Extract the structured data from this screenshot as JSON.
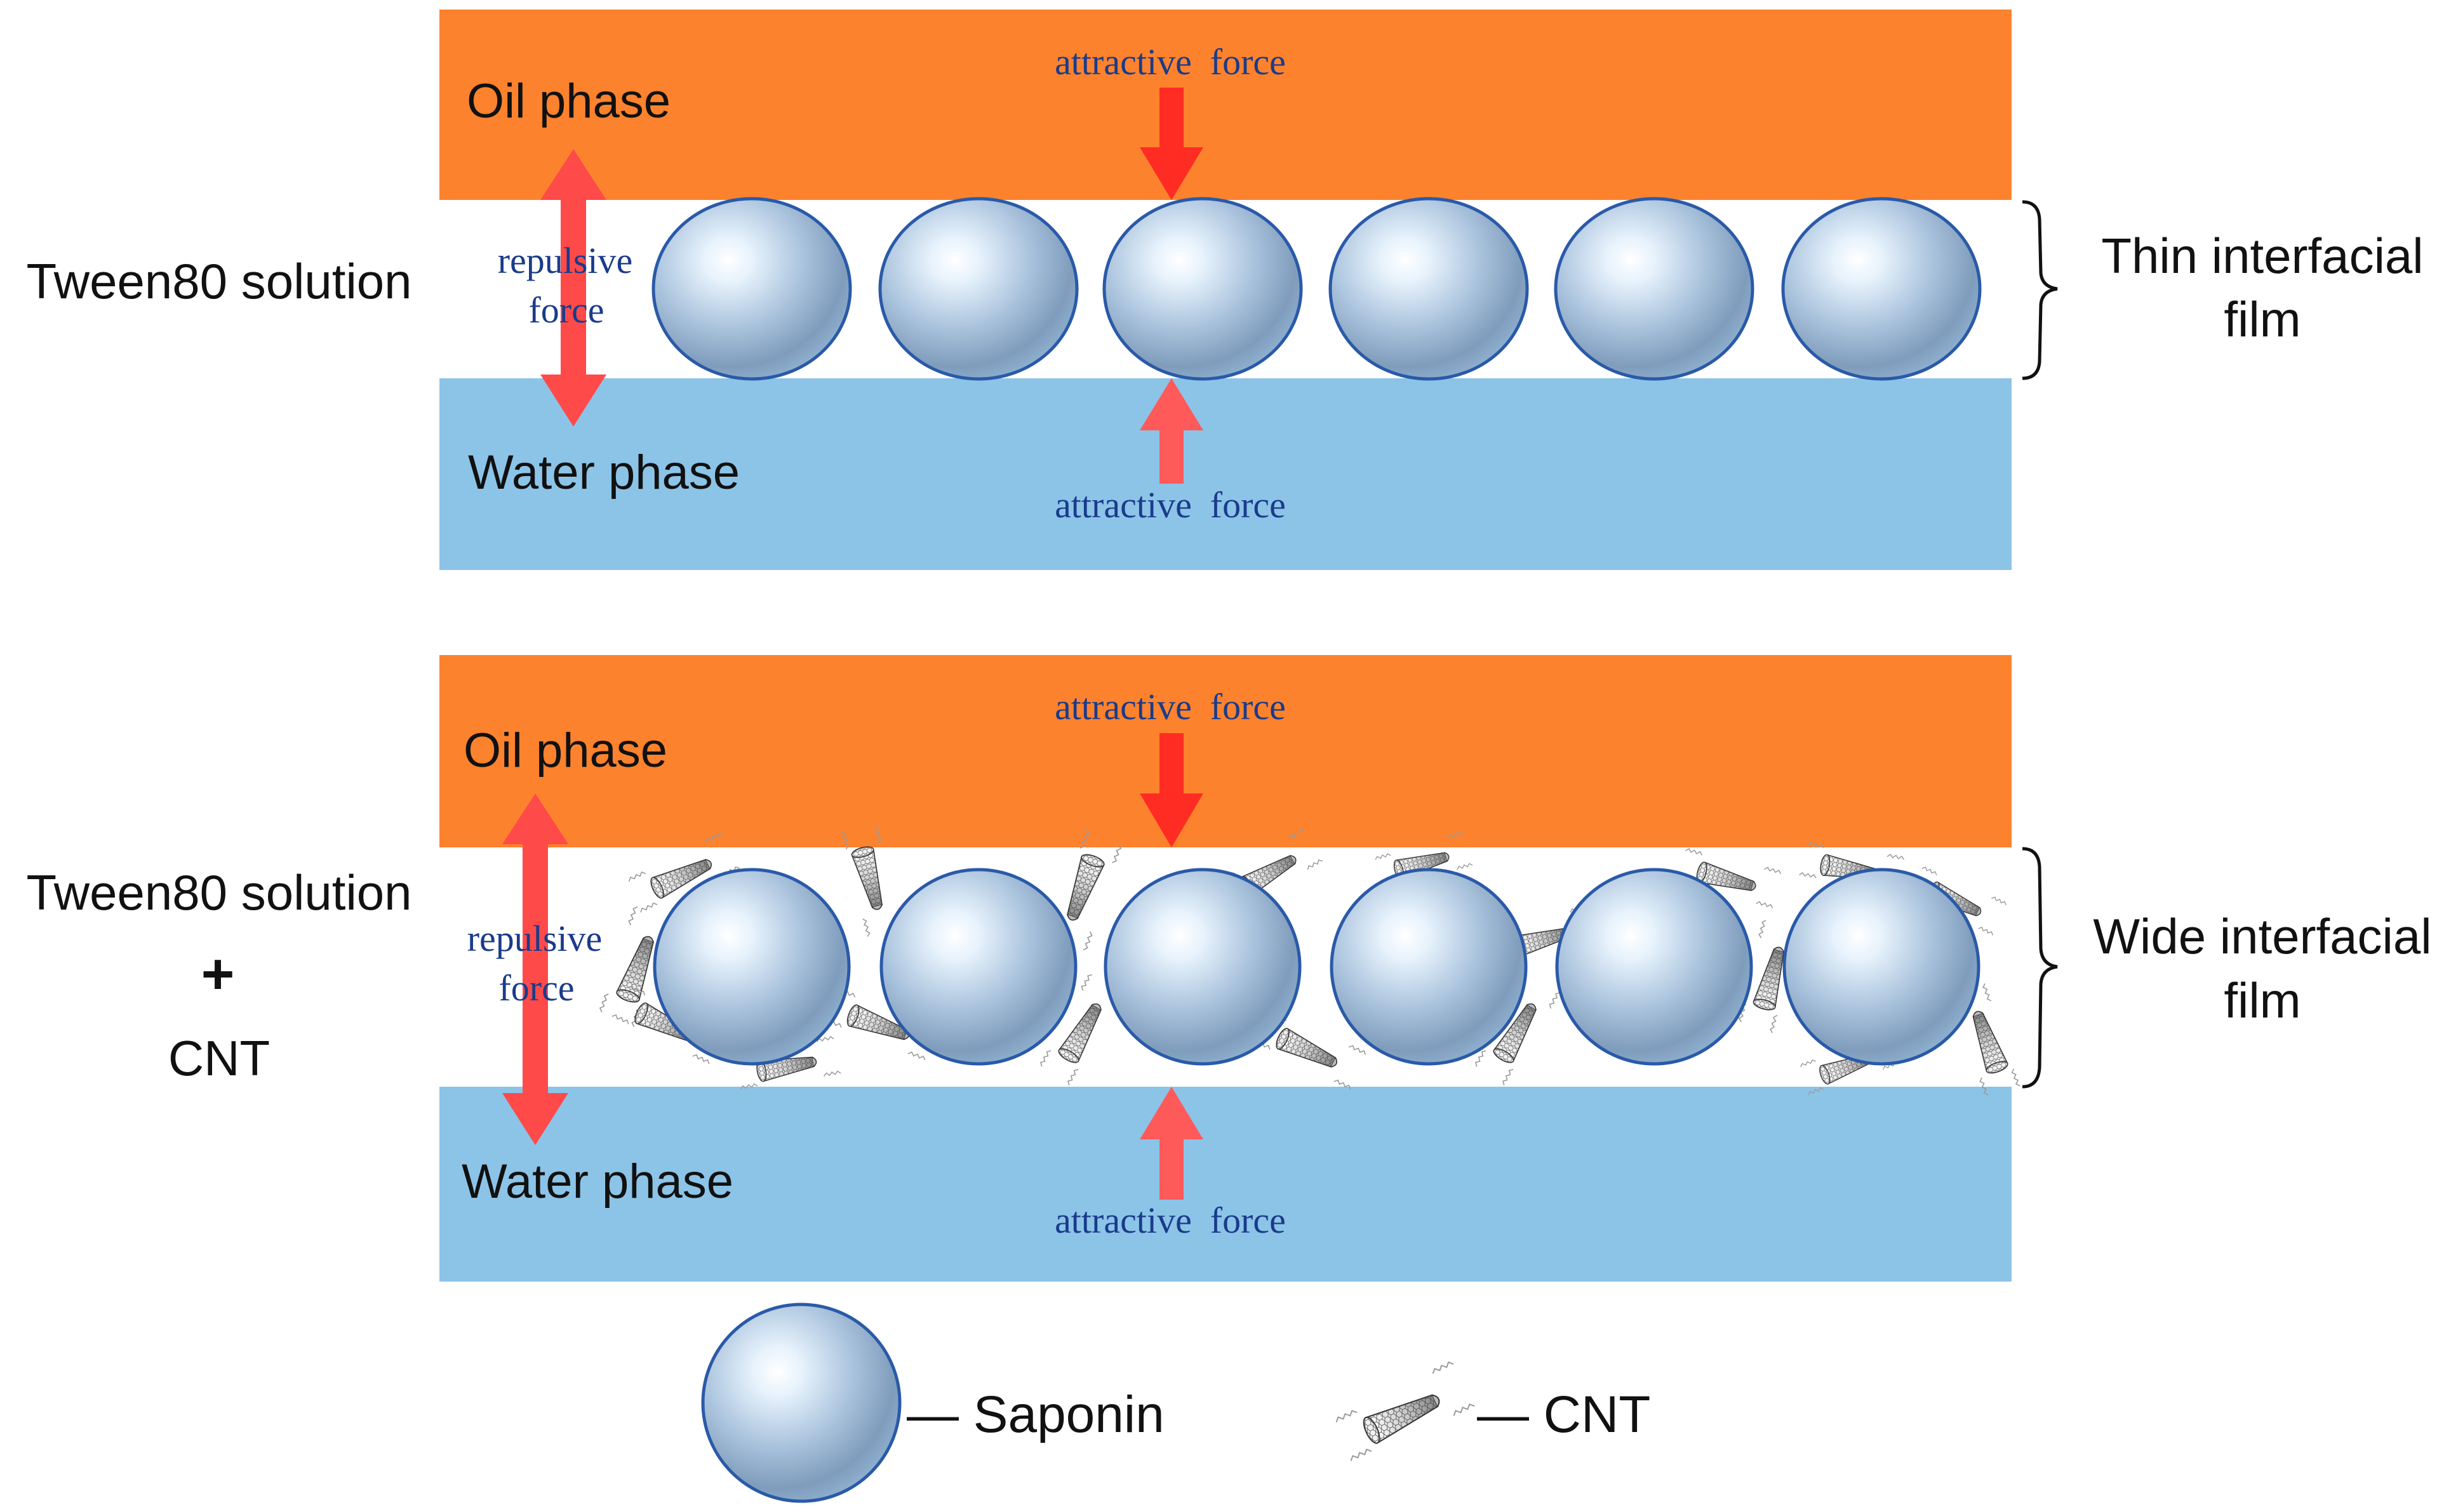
{
  "colors": {
    "oil": "#fd822d",
    "water": "#8cc4e8",
    "arrow": "#ff2c23",
    "arrow_light": "#ff5a5a",
    "force_text": "#1a3b8a",
    "sphere_edge": "#2a5aa8"
  },
  "panel1": {
    "left_label": "Tween80 solution",
    "oil_label": "Oil phase",
    "water_label": "Water phase",
    "attractive_top": "attractive  force",
    "attractive_bottom": "attractive  force",
    "repulsive_line1": "repulsive",
    "repulsive_line2": "force",
    "film_line1": "Thin interfacial",
    "film_line2": "film"
  },
  "panel2": {
    "left_label_line1": "Tween80 solution",
    "left_label_plus": "+",
    "left_label_line2": "CNT",
    "oil_label": "Oil phase",
    "water_label": "Water phase",
    "attractive_top": "attractive  force",
    "attractive_bottom": "attractive  force",
    "repulsive_line1": "repulsive",
    "repulsive_line2": "force",
    "film_line1": "Wide interfacial",
    "film_line2": "film"
  },
  "legend": {
    "saponin_label": "— Saponin",
    "cnt_label": "— CNT"
  }
}
